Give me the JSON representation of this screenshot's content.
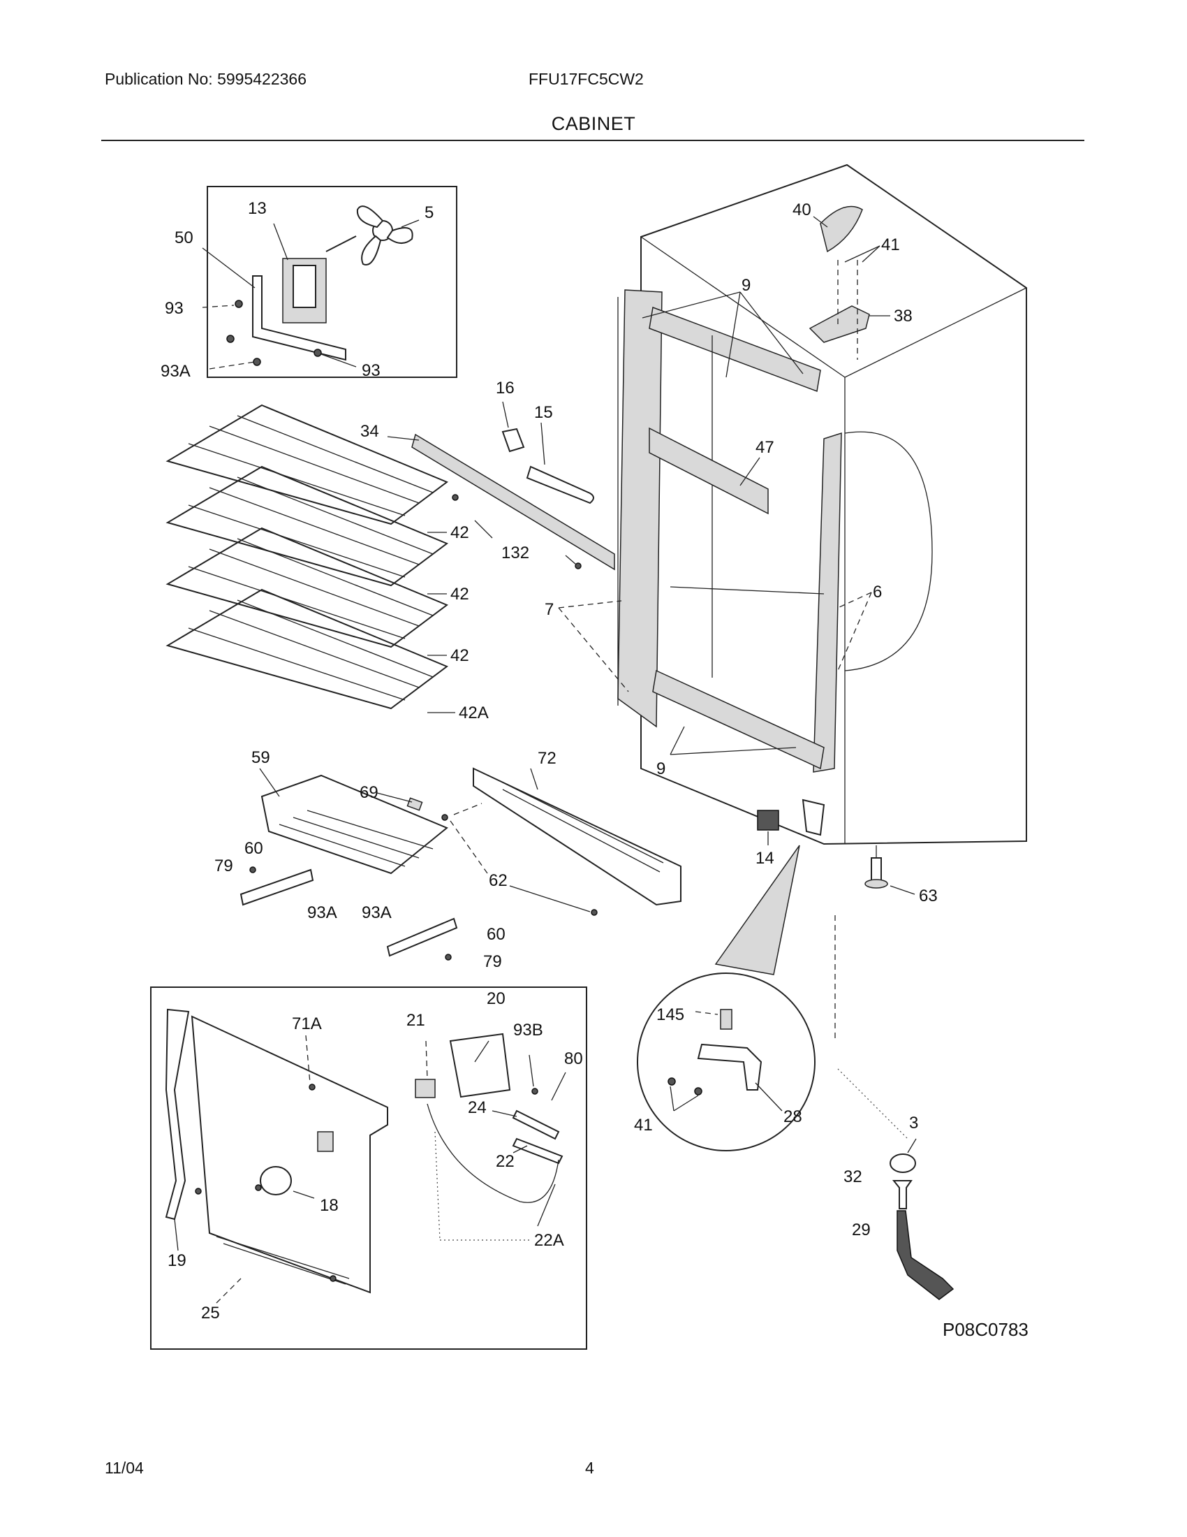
{
  "header": {
    "publication": "Publication No: 5995422366",
    "model": "FFU17FC5CW2",
    "title": "CABINET"
  },
  "footer": {
    "date": "11/04",
    "page": "4"
  },
  "diagram_code": "P08C0783",
  "callouts": {
    "c13": "13",
    "c5": "5",
    "c50": "50",
    "c93a": "93",
    "c93b": "93",
    "c93A": "93A",
    "c40": "40",
    "c41top": "41",
    "c38": "38",
    "c9top": "9",
    "c16": "16",
    "c15": "15",
    "c34": "34",
    "c132": "132",
    "c47": "47",
    "c42a": "42",
    "c42b": "42",
    "c42c": "42",
    "c42A": "42A",
    "c7": "7",
    "c6": "6",
    "c9bot": "9",
    "c59": "59",
    "c69": "69",
    "c72": "72",
    "c60a": "60",
    "c79a": "79",
    "c62": "62",
    "c93A2": "93A",
    "c93A3": "93A",
    "c60b": "60",
    "c79b": "79",
    "c14": "14",
    "c63": "63",
    "c145": "145",
    "c41": "41",
    "c28": "28",
    "c3": "3",
    "c32": "32",
    "c29": "29",
    "c71A": "71A",
    "c21": "21",
    "c20": "20",
    "c93B": "93B",
    "c80": "80",
    "c24": "24",
    "c22": "22",
    "c22A": "22A",
    "c18": "18",
    "c19": "19",
    "c25": "25"
  }
}
